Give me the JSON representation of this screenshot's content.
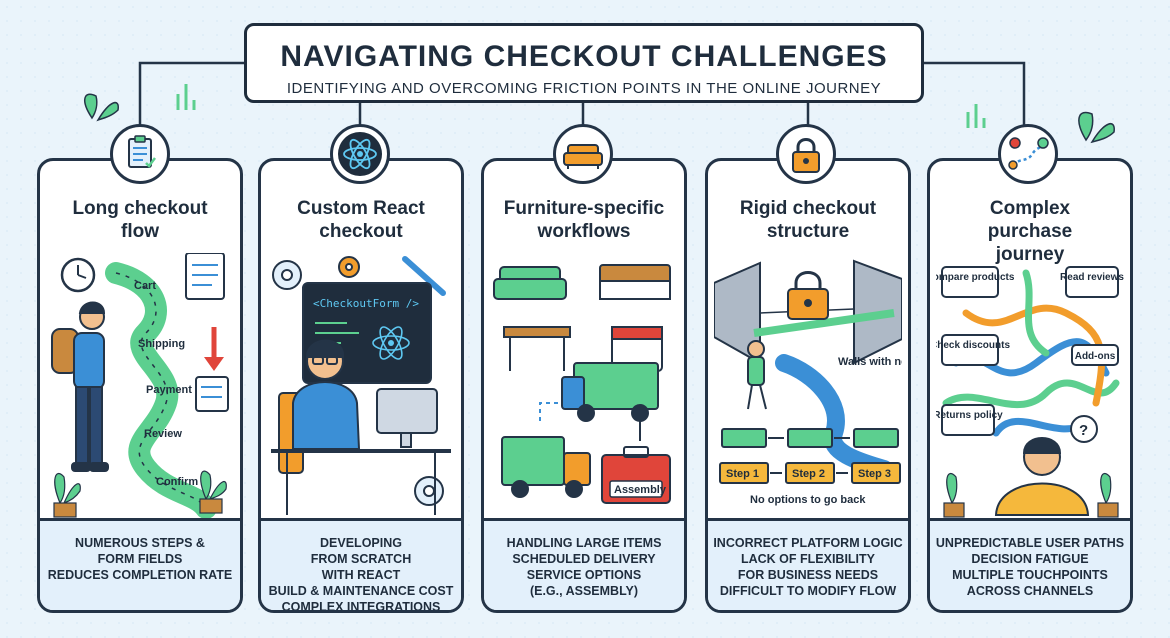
{
  "header": {
    "title": "NAVIGATING CHECKOUT CHALLENGES",
    "subtitle": "IDENTIFYING AND OVERCOMING FRICTION POINTS IN THE ONLINE JOURNEY"
  },
  "colors": {
    "accent_green": "#5ccf8f",
    "accent_blue": "#3b8fd6",
    "accent_orange": "#f29d2c",
    "outline": "#243447"
  },
  "cards": [
    {
      "title": "Long checkout flow",
      "icon": "clipboard-icon",
      "labels": [
        "Cart",
        "Shipping",
        "Payment",
        "Review",
        "Confirm"
      ],
      "footer": [
        "NUMEROUS STEPS & FORM FIELDS",
        "REDUCES COMPLETION RATE"
      ]
    },
    {
      "title": "Custom React checkout",
      "icon": "react-icon",
      "labels": [
        "<CheckoutForm />"
      ],
      "footer": [
        "DEVELOPING FROM SCRATCH WITH REACT",
        "BUILD & MAINTENANCE COST",
        "COMPLEX INTEGRATIONS"
      ]
    },
    {
      "title": "Furniture-specific workflows",
      "icon": "sofa-icon",
      "labels": [
        "Assembly"
      ],
      "footer": [
        "HANDLING LARGE ITEMS",
        "SCHEDULED DELIVERY",
        "SERVICE OPTIONS",
        "(E.G., ASSEMBLY)"
      ]
    },
    {
      "title": "Rigid checkout structure",
      "icon": "lock-icon",
      "labels": [
        "Walls with no escape.",
        "Step 1",
        "Step 2",
        "Step 3",
        "No options to go back"
      ],
      "footer": [
        "INCORRECT PLATFORM LOGIC",
        "LACK OF FLEXIBILITY FOR BUSINESS NEEDS",
        "DIFFICULT TO MODIFY FLOW"
      ]
    },
    {
      "title": "Complex purchase journey",
      "icon": "route-map-icon",
      "labels": [
        "Compare products",
        "Read reviews",
        "Check discounts",
        "Add-ons",
        "Returns policy"
      ],
      "footer": [
        "UNPREDICTABLE USER PATHS",
        "DECISION FATIGUE",
        "MULTIPLE TOUCHPOINTS",
        "ACROSS CHANNELS"
      ]
    }
  ]
}
